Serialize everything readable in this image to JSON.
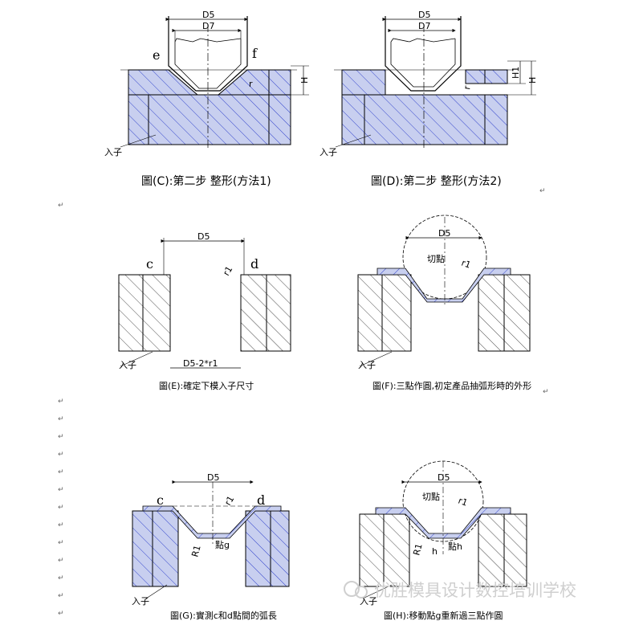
{
  "colors": {
    "hatch": "#3344cc",
    "fill": "#c8cfef",
    "line": "#000000",
    "watermark": "#cfcfcf"
  },
  "paragraph_mark": "↵",
  "figC": {
    "caption": "圖(C):第二步 整形(方法1)",
    "d5": "D5",
    "d7": "D7",
    "e": "e",
    "f": "f",
    "h": "H",
    "r": "r",
    "insert": "入子"
  },
  "figD": {
    "caption": "圖(D):第二步 整形(方法2)",
    "d5": "D5",
    "d7": "D7",
    "h1": "H1",
    "h": "H",
    "r": "r",
    "insert": "入子"
  },
  "figE": {
    "caption": "圖(E):確定下模入子尺寸",
    "d5": "D5",
    "c": "c",
    "d": "d",
    "r1": "r1",
    "gap": "D5-2*r1",
    "insert": "入子"
  },
  "figF": {
    "caption": "圖(F):三點作圓,初定產品抽弧形時的外形",
    "d5": "D5",
    "cut": "切點",
    "r1": "r1",
    "insert": "入子"
  },
  "figG": {
    "caption": "圖(G):實測c和d點間的弧長",
    "d5": "D5",
    "c": "c",
    "d": "d",
    "r1": "r1",
    "R1": "R1",
    "pt_g": "點g",
    "insert": "入子"
  },
  "figH": {
    "caption": "圖(H):移動點g重新過三點作圓",
    "d5": "D5",
    "cut": "切點",
    "r1": "r1",
    "R1": "R1",
    "h": "h",
    "pt_h": "點h",
    "insert": "入子"
  },
  "watermark": "优胜模具设计数控培训学校"
}
